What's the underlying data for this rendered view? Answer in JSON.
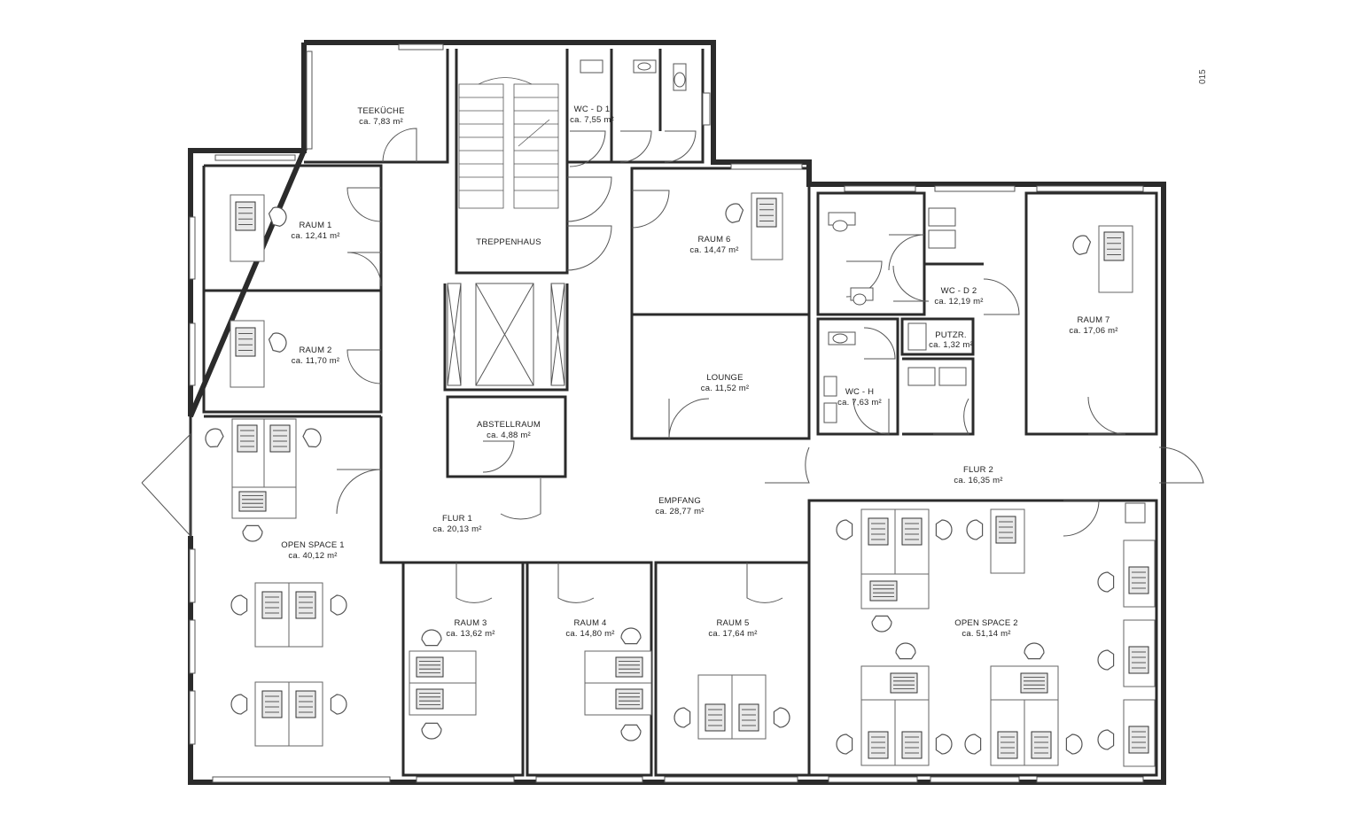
{
  "plan": {
    "corner_mark": "015",
    "rooms": [
      {
        "id": "teekueche",
        "name": "TEEKÜCHE",
        "area": "ca. 7,83 m²"
      },
      {
        "id": "wc-d1",
        "name": "WC - D 1",
        "area": "ca. 7,55 m²"
      },
      {
        "id": "treppenhaus",
        "name": "TREPPENHAUS",
        "area": ""
      },
      {
        "id": "raum1",
        "name": "RAUM 1",
        "area": "ca. 12,41 m²"
      },
      {
        "id": "raum2",
        "name": "RAUM 2",
        "area": "ca. 11,70 m²"
      },
      {
        "id": "raum6",
        "name": "RAUM 6",
        "area": "ca. 14,47 m²"
      },
      {
        "id": "wc-d2",
        "name": "WC - D 2",
        "area": "ca. 12,19 m²"
      },
      {
        "id": "raum7",
        "name": "RAUM 7",
        "area": "ca. 17,06 m²"
      },
      {
        "id": "putzr",
        "name": "PUTZR.",
        "area": "ca. 1,32 m²"
      },
      {
        "id": "lounge",
        "name": "LOUNGE",
        "area": "ca. 11,52 m²"
      },
      {
        "id": "wc-h",
        "name": "WC - H",
        "area": "ca. 7,63 m²"
      },
      {
        "id": "abstellraum",
        "name": "ABSTELLRAUM",
        "area": "ca. 4,88 m²"
      },
      {
        "id": "flur2",
        "name": "FLUR 2",
        "area": "ca. 16,35 m²"
      },
      {
        "id": "empfang",
        "name": "EMPFANG",
        "area": "ca. 28,77 m²"
      },
      {
        "id": "flur1",
        "name": "FLUR 1",
        "area": "ca. 20,13 m²"
      },
      {
        "id": "openspace1",
        "name": "OPEN SPACE 1",
        "area": "ca. 40,12 m²"
      },
      {
        "id": "openspace2",
        "name": "OPEN SPACE 2",
        "area": "ca. 51,14 m²"
      },
      {
        "id": "raum3",
        "name": "RAUM 3",
        "area": "ca. 13,62 m²"
      },
      {
        "id": "raum4",
        "name": "RAUM 4",
        "area": "ca. 14,80 m²"
      },
      {
        "id": "raum5",
        "name": "RAUM 5",
        "area": "ca. 17,64 m²"
      }
    ]
  }
}
